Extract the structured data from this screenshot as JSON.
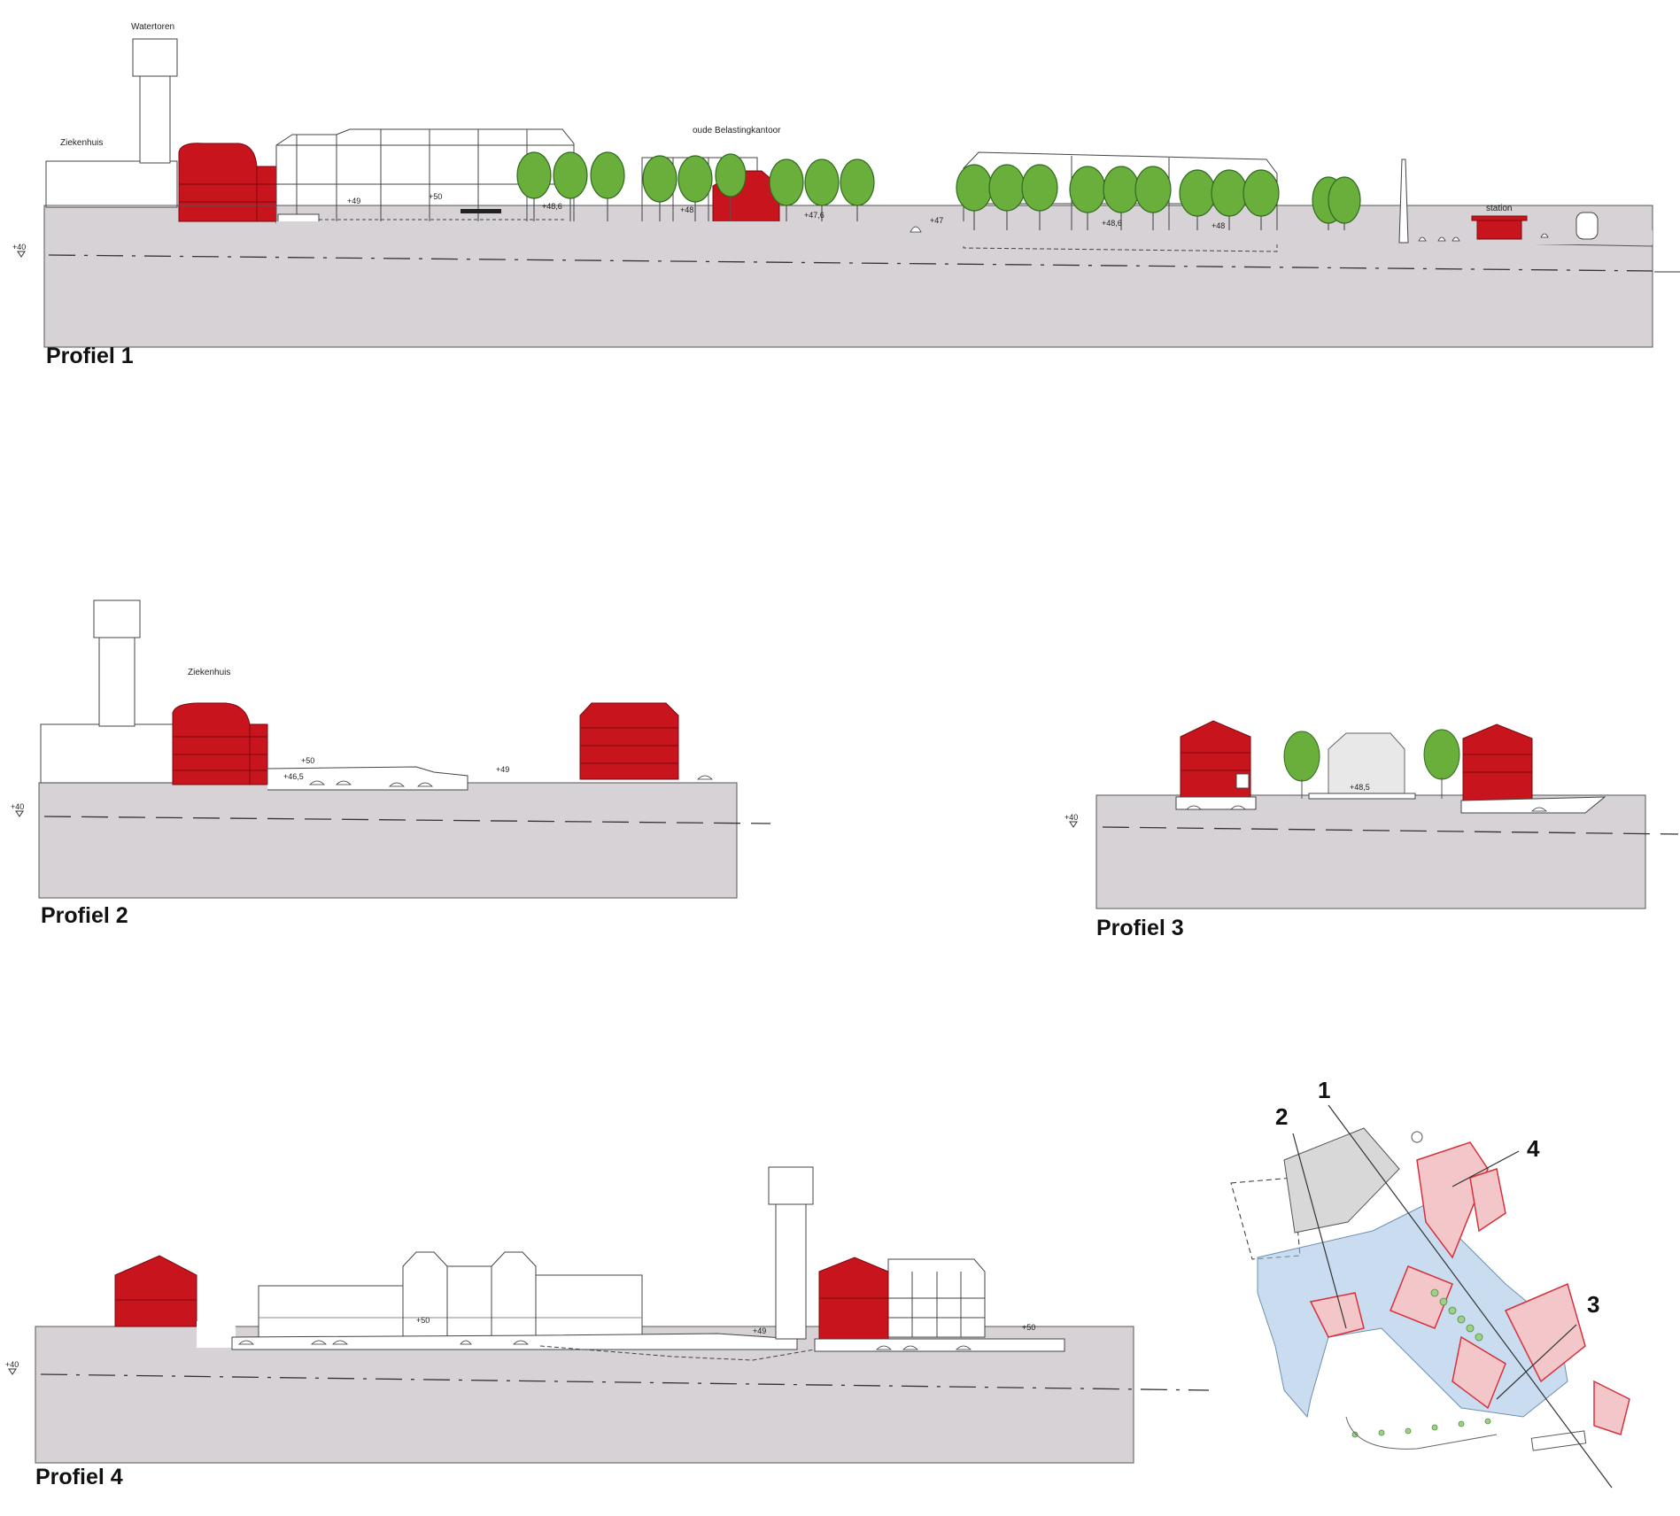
{
  "colors": {
    "ground": "#d6d2d6",
    "red": "#c8141c",
    "tree": "#6aaf3c",
    "treeStroke": "#2f6a1f",
    "outline": "#333333",
    "map_blue": "#9cc0e4",
    "map_red": "#d8303a"
  },
  "profiles": [
    {
      "title": "Profiel 1",
      "labels": [
        "Watertoren",
        "Ziekenhuis",
        "oude Belastingkantoor",
        "station"
      ],
      "elevations": [
        "+40",
        "+49",
        "+50",
        "+48,6",
        "+48",
        "+47,6",
        "+47",
        "+48,6",
        "+48"
      ]
    },
    {
      "title": "Profiel 2",
      "labels": [
        "Ziekenhuis"
      ],
      "elevations": [
        "+40",
        "+50",
        "+46,5",
        "+49"
      ]
    },
    {
      "title": "Profiel 3",
      "labels": [],
      "elevations": [
        "+40",
        "+48,5"
      ]
    },
    {
      "title": "Profiel 4",
      "labels": [],
      "elevations": [
        "+40",
        "+50",
        "+49",
        "+50"
      ]
    }
  ],
  "key_map": {
    "numbers": [
      "1",
      "2",
      "3",
      "4"
    ]
  }
}
